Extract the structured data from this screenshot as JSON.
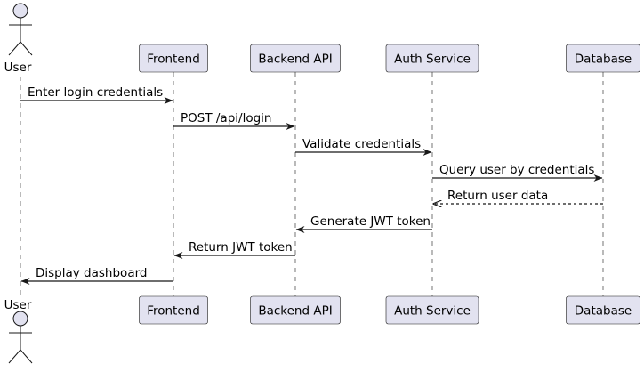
{
  "participants": [
    {
      "id": "user",
      "label": "User",
      "kind": "actor"
    },
    {
      "id": "frontend",
      "label": "Frontend",
      "kind": "participant"
    },
    {
      "id": "backend",
      "label": "Backend API",
      "kind": "participant"
    },
    {
      "id": "auth",
      "label": "Auth Service",
      "kind": "participant"
    },
    {
      "id": "db",
      "label": "Database",
      "kind": "participant"
    }
  ],
  "messages": [
    {
      "from": "user",
      "to": "frontend",
      "label": "Enter login credentials",
      "style": "solid"
    },
    {
      "from": "frontend",
      "to": "backend",
      "label": "POST /api/login",
      "style": "solid"
    },
    {
      "from": "backend",
      "to": "auth",
      "label": "Validate credentials",
      "style": "solid"
    },
    {
      "from": "auth",
      "to": "db",
      "label": "Query user by credentials",
      "style": "solid"
    },
    {
      "from": "db",
      "to": "auth",
      "label": "Return user data",
      "style": "dashed"
    },
    {
      "from": "auth",
      "to": "backend",
      "label": "Generate JWT token",
      "style": "solid"
    },
    {
      "from": "backend",
      "to": "frontend",
      "label": "Return JWT token",
      "style": "solid"
    },
    {
      "from": "frontend",
      "to": "user",
      "label": "Display dashboard",
      "style": "solid"
    }
  ],
  "colors": {
    "box_fill": "#E2E2F0",
    "stroke": "#181818"
  }
}
